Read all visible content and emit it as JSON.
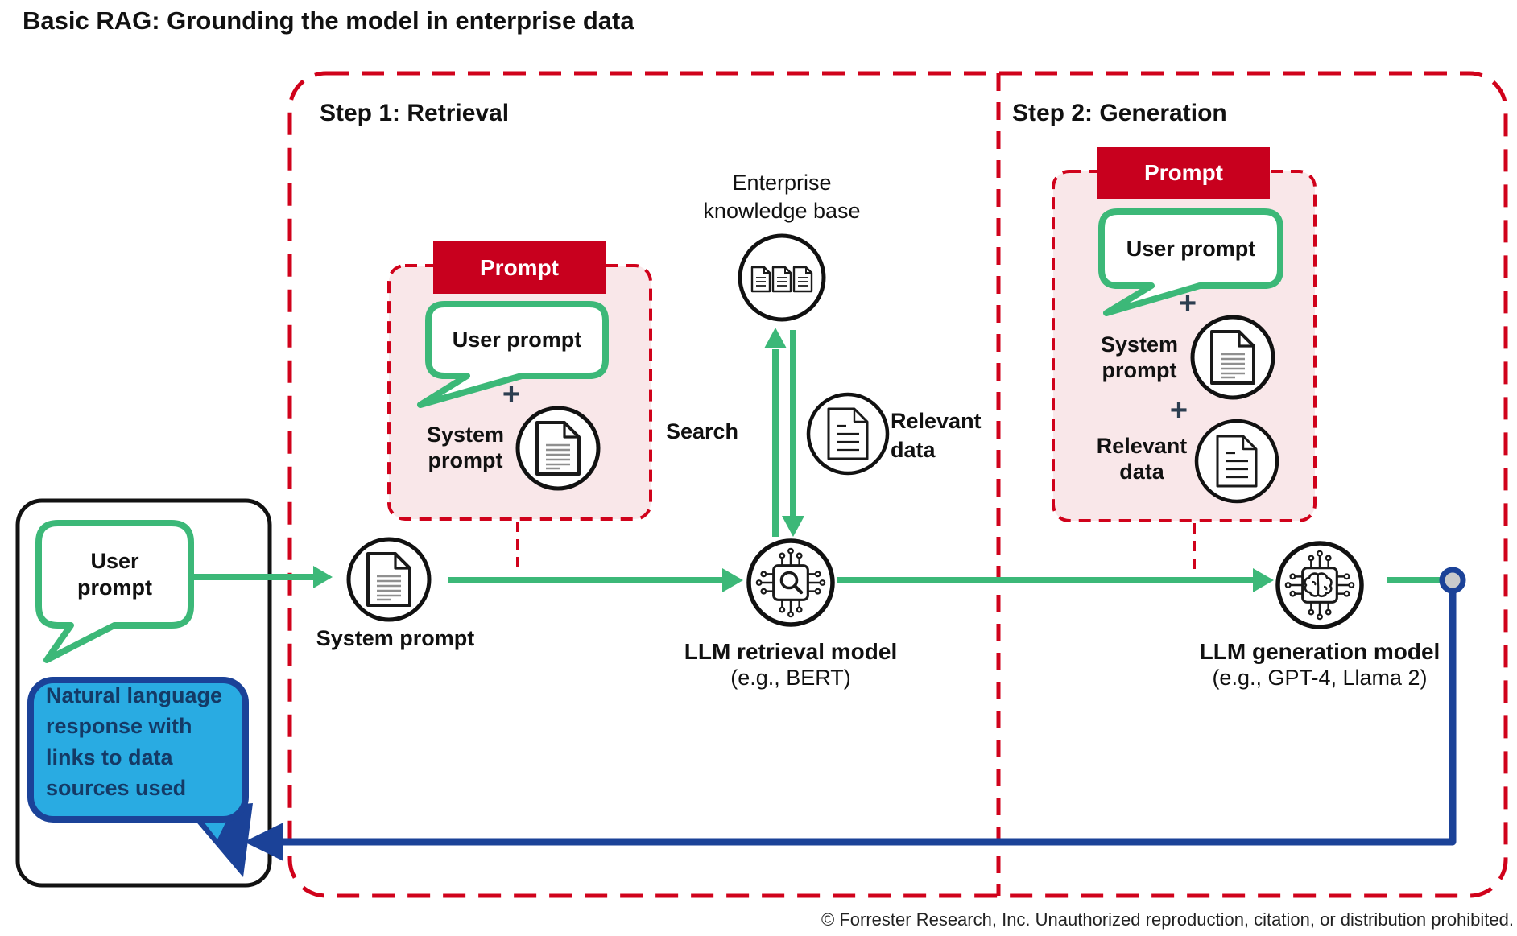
{
  "title": "Basic RAG: Grounding the model in enterprise data",
  "footer": "© Forrester Research, Inc. Unauthorized reproduction, citation, or distribution prohibited.",
  "colors": {
    "red_solid": "#C8001E",
    "red_dash": "#D0021B",
    "green": "#3CB878",
    "pink": "#F9E7E9",
    "blue_fill": "#29ABE2",
    "navy": "#1B4298",
    "plus_navy": "#2C3E50",
    "dot_gray": "#C9CACC"
  },
  "left_panel": {
    "user_prompt": "User\nprompt",
    "response": "Natural language\nresponse with\nlinks to data\nsources used"
  },
  "step1": {
    "label": "Step 1: Retrieval",
    "prompt_header": "Prompt",
    "user_prompt": "User prompt",
    "plus": "+",
    "system_prompt": "System\nprompt",
    "system_prompt_node": "System prompt",
    "kb_label": "Enterprise\nknowledge base",
    "search_label": "Search",
    "relevant_data": "Relevant\ndata",
    "model_title": "LLM retrieval model",
    "model_sub": "(e.g., BERT)"
  },
  "step2": {
    "label": "Step 2: Generation",
    "prompt_header": "Prompt",
    "user_prompt": "User prompt",
    "plus_1": "+",
    "plus_2": "+",
    "system_prompt": "System\nprompt",
    "relevant_data": "Relevant\ndata",
    "model_title": "LLM generation model",
    "model_sub": "(e.g., GPT-4, Llama 2)"
  },
  "icons": {
    "user_prompt": "speech-bubble-icon",
    "response": "speech-bubble-icon",
    "system_prompt": "document-icon",
    "relevant_data": "document-icon",
    "knowledge_base": "documents-icon",
    "retrieval_model": "chip-magnifier-icon",
    "generation_model": "chip-brain-icon",
    "flow_terminator": "connector-dot"
  }
}
